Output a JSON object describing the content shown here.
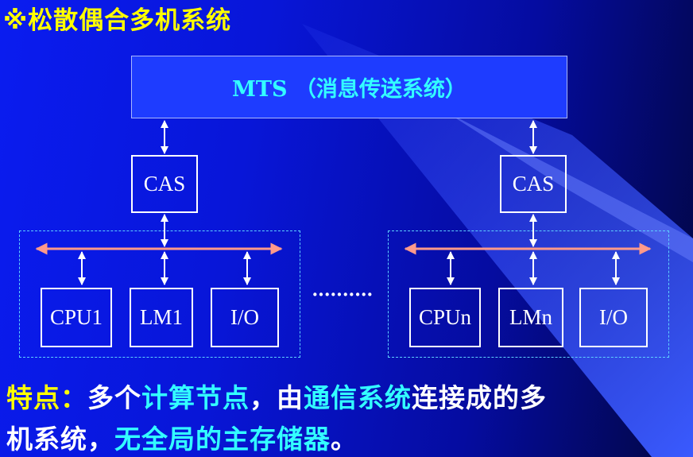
{
  "title": "※松散偶合多机系统",
  "mts": {
    "label": "MTS （消息传送系统）"
  },
  "left_node": {
    "cas": "CAS",
    "cpu": "CPU1",
    "lm": "LM1",
    "io": "I/O"
  },
  "right_node": {
    "cas": "CAS",
    "cpu": "CPUn",
    "lm": "LMn",
    "io": "I/O"
  },
  "ellipsis": "··········",
  "feature": {
    "label": "特点：",
    "line1": [
      {
        "text": "多个",
        "color": "white"
      },
      {
        "text": "计算节点",
        "color": "cyan"
      },
      {
        "text": "，由",
        "color": "white"
      },
      {
        "text": "通信系统",
        "color": "cyan"
      },
      {
        "text": "连接成的多",
        "color": "white"
      }
    ],
    "line2": [
      {
        "text": "机系统，",
        "color": "white"
      },
      {
        "text": "无全局的主存储器",
        "color": "cyan"
      },
      {
        "text": "。",
        "color": "white"
      }
    ]
  },
  "colors": {
    "background_start": "#0a1cf0",
    "background_end": "#020640",
    "title": "#ffff00",
    "highlight": "#33ffff",
    "bus": "#ff9a8a",
    "mts_fill": "#1e3cff"
  }
}
